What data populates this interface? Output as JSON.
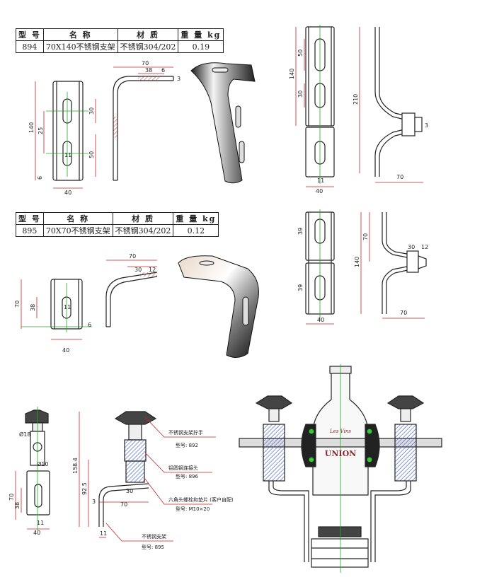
{
  "table_headers": [
    "型 号",
    "名 称",
    "材 质",
    "重 量 kg"
  ],
  "products": [
    {
      "model": "894",
      "name": "70X140不锈钢支架",
      "material": "不锈钢304/202",
      "weight": "0.19"
    },
    {
      "model": "895",
      "name": "70X70不锈钢支架",
      "material": "不锈钢304/202",
      "weight": "0.12"
    }
  ],
  "dims_894": {
    "width": "40",
    "height": "140",
    "d25": "25",
    "d11": "11",
    "d30": "30",
    "d50": "50",
    "d6": "6",
    "top70": "70",
    "top38": "38",
    "top6": "6",
    "top3": "3"
  },
  "dims_894_right": {
    "d50": "50",
    "d140": "140",
    "d30": "30",
    "d210": "210",
    "d40": "40",
    "d70": "70",
    "d11": "11",
    "d3": "3"
  },
  "dims_895": {
    "height": "70",
    "d38": "38",
    "d11": "11",
    "d6": "6",
    "width": "40",
    "top70": "70",
    "d30": "30",
    "d12": "12"
  },
  "dims_895_right": {
    "d39a": "39",
    "d39b": "39",
    "d70": "70",
    "d140": "140",
    "d30": "30",
    "d12": "12",
    "d40": "40",
    "w70": "70"
  },
  "assembly": {
    "d18": "Ø18",
    "d10": "Ø10",
    "d70": "70",
    "d38": "38",
    "d40": "40",
    "d11": "11",
    "h158": "158.4",
    "h92": "92.5",
    "d30": "30",
    "d70b": "70",
    "d3": "3",
    "d11b": "11",
    "callouts": [
      {
        "title": "不锈钢支架拧手",
        "model": "型号: 892"
      },
      {
        "title": "铝圆钢连接头",
        "model": "型号: 896"
      },
      {
        "title": "六角头螺栓和垫片 (客户自配)",
        "model": "型号: M10×20"
      },
      {
        "title": "不锈钢支架",
        "model": "型号: 895"
      }
    ]
  },
  "bottle_text": {
    "line1": "Les Vins",
    "line2": "UNION"
  }
}
